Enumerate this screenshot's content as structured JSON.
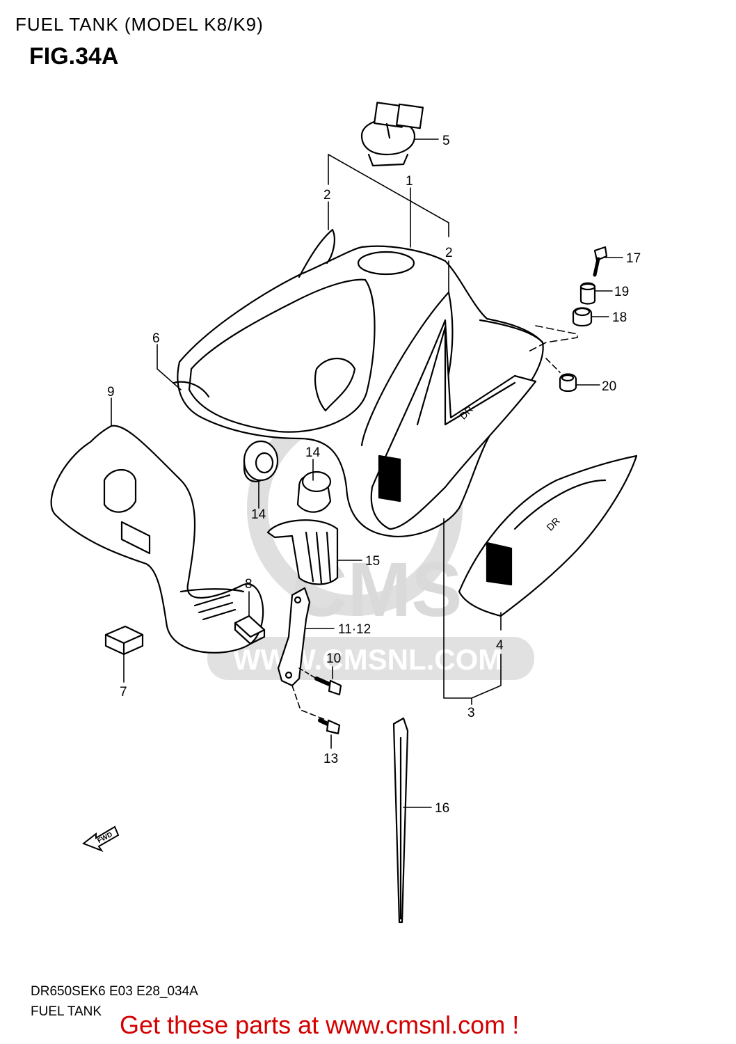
{
  "header": {
    "title": "FUEL TANK (MODEL K8/K9)",
    "figure": "FIG.34A"
  },
  "watermark": {
    "brand": "CMS",
    "url": "WWW.CMSNL.COM"
  },
  "fwd_label": "FWD",
  "callouts": [
    "1",
    "2",
    "2",
    "3",
    "4",
    "5",
    "6",
    "7",
    "8",
    "9",
    "10",
    "11·12",
    "13",
    "14",
    "14",
    "15",
    "16",
    "17",
    "18",
    "19",
    "20"
  ],
  "footer": {
    "code": "DR650SEK6 E03 E28_034A",
    "name": "FUEL TANK",
    "cta": "Get these parts at www.cmsnl.com !"
  },
  "colors": {
    "line": "#000000",
    "watermark": "#d6d6d6",
    "cta": "#d40000"
  }
}
